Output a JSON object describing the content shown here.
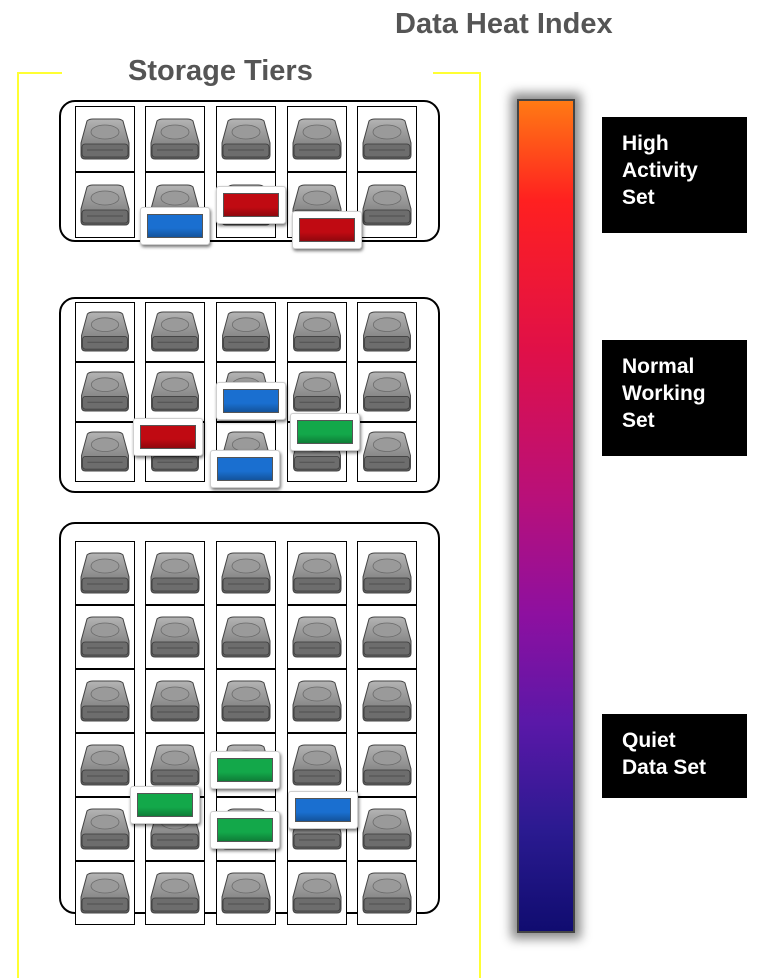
{
  "titles": {
    "heat_index": "Data Heat Index",
    "storage_tiers": "Storage Tiers"
  },
  "heat_labels": [
    {
      "lines": [
        "High",
        "Activity",
        "Set"
      ]
    },
    {
      "lines": [
        "Normal",
        "Working",
        "Set"
      ]
    },
    {
      "lines": [
        "Quiet",
        "Data Set"
      ]
    }
  ],
  "tiers": [
    {
      "name": "tier-1",
      "rows": 2,
      "cols": 5,
      "chips": [
        "blue",
        "red",
        "red"
      ]
    },
    {
      "name": "tier-2",
      "rows": 3,
      "cols": 5,
      "chips": [
        "blue",
        "red",
        "green",
        "blue"
      ]
    },
    {
      "name": "tier-3",
      "rows": 6,
      "cols": 5,
      "chips": [
        "green",
        "green",
        "green",
        "blue"
      ]
    }
  ],
  "colors": {
    "frame": "#ffff33",
    "title_text": "#555555",
    "chip_red": "#c00a12",
    "chip_blue": "#1a6fd0",
    "chip_green": "#13a84a",
    "heat_top": "#ff7a14",
    "heat_bottom": "#100c70"
  },
  "icons": [
    "hard-drive-icon"
  ]
}
